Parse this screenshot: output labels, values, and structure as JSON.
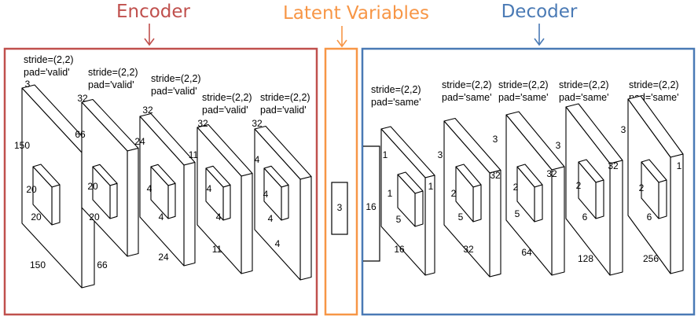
{
  "colors": {
    "encoder": "#c0504d",
    "latent": "#f79646",
    "decoder": "#4a7ab5",
    "stroke": "#000000"
  },
  "titles": {
    "encoder": "Encoder",
    "latent": "Latent Variables",
    "decoder": "Decoder"
  },
  "encoder": {
    "annotations": [
      {
        "stride": "stride=(2,2)",
        "pad": "pad='valid'"
      },
      {
        "stride": "stride=(2,2)",
        "pad": "pad='valid'"
      },
      {
        "stride": "stride=(2,2)",
        "pad": "pad='valid'"
      },
      {
        "stride": "stride=(2,2)",
        "pad": "pad='valid'"
      },
      {
        "stride": "stride=(2,2)",
        "pad": "pad='valid'"
      }
    ],
    "blocks": [
      {
        "depth": "3",
        "height": "150",
        "width": "150",
        "k1": "20",
        "k2": "20"
      },
      {
        "depth": "32",
        "height": "66",
        "width": "66",
        "k1": "20",
        "k2": "20"
      },
      {
        "depth": "32",
        "height": "24",
        "width": "24",
        "k1": "4",
        "k2": "4"
      },
      {
        "depth": "32",
        "height": "11",
        "width": "11",
        "k1": "4",
        "k2": "4"
      },
      {
        "depth": "32",
        "height": "4",
        "width": "4",
        "k1": "4",
        "k2": "4"
      }
    ]
  },
  "latent": {
    "value": "3"
  },
  "decoder": {
    "annotations": [
      {
        "stride": "stride=(2,2)",
        "pad": "pad='same'"
      },
      {
        "stride": "stride=(2,2)",
        "pad": "pad='same'"
      },
      {
        "stride": "stride=(2,2)",
        "pad": "pad='same'"
      },
      {
        "stride": "stride=(2,2)",
        "pad": "pad='same'"
      },
      {
        "stride": "stride=(2,2)",
        "pad": "pad='same'"
      }
    ],
    "input_height": "16",
    "blocks": [
      {
        "depth": "1",
        "side": "1",
        "width": "16",
        "k1": "1",
        "k2": "5"
      },
      {
        "depth": "3",
        "side": "32",
        "width": "32",
        "k1": "2",
        "k2": "5"
      },
      {
        "depth": "3",
        "side": "32",
        "width": "64",
        "k1": "2",
        "k2": "5"
      },
      {
        "depth": "3",
        "side": "32",
        "width": "128",
        "k1": "2",
        "k2": "6"
      },
      {
        "depth": "3",
        "side": "1",
        "width": "256",
        "k1": "2",
        "k2": "6"
      }
    ]
  }
}
